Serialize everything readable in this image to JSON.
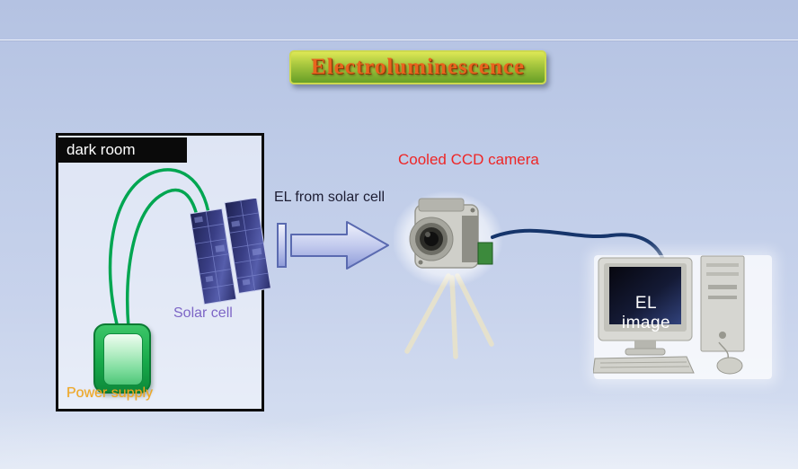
{
  "slide": {
    "title": "Electroluminescence"
  },
  "dark_room": {
    "label": "dark room"
  },
  "solar_cell": {
    "label": "Solar cell"
  },
  "power_supply": {
    "label": "Power supply"
  },
  "el_arrow": {
    "label": "EL from solar cell"
  },
  "ccd_camera": {
    "label": "Cooled CCD camera"
  },
  "computer": {
    "screen_label": "EL image"
  },
  "colors": {
    "background": "#c3cfe9",
    "title_text": "#e8641e",
    "title_bg_top": "#dde755",
    "title_bg_bottom": "#679f27",
    "camera_label": "#ee2626",
    "solar_cell_label": "#7d66c6",
    "power_supply_label": "#f2a81e",
    "wire_green": "#00a651",
    "cable_navy": "#16356b",
    "arrow_fill": "#b9c2ea",
    "arrow_stroke": "#5a6ab0"
  }
}
